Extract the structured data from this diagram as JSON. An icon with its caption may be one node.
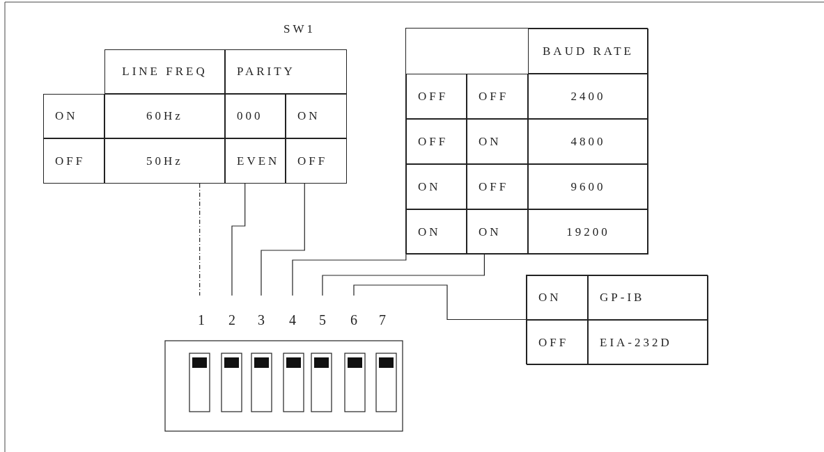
{
  "diagram": {
    "nodes": [
      {
        "text": [
          "SW1"
        ]
      },
      {
        "text": [
          "LINE FREQ"
        ],
        "in": 0
      },
      {
        "text": [
          "PARITY"
        ],
        "in": 0
      },
      {
        "text": [
          "ON"
        ],
        "in": 0
      },
      {
        "text": [
          "60Hz"
        ],
        "in": 0
      },
      {
        "text": [
          "000"
        ],
        "in": 0
      },
      {
        "text": [
          "ON"
        ],
        "in": 0
      },
      {
        "text": [
          "OFF"
        ],
        "in": 0
      },
      {
        "text": [
          "50Hz"
        ],
        "in": 0
      },
      {
        "text": [
          "EVEN"
        ],
        "in": 0
      },
      {
        "text": [
          "OFF"
        ],
        "in": 0
      },
      {
        "text": [],
        "shape": "box"
      },
      {
        "text": [
          "BAUD RATE"
        ],
        "in": 11
      },
      {
        "text": [
          "OFF"
        ],
        "in": 11
      },
      {
        "text": [
          "OFF"
        ],
        "in": 11
      },
      {
        "text": [
          "2400"
        ],
        "in": 11
      },
      {
        "text": [
          "OFF"
        ],
        "in": 11
      },
      {
        "text": [
          "ON"
        ],
        "in": 11
      },
      {
        "text": [
          "4800"
        ],
        "in": 11
      },
      {
        "text": [
          "ON"
        ],
        "in": 11
      },
      {
        "text": [
          "OFF"
        ],
        "in": 11
      },
      {
        "text": [
          "9600"
        ],
        "in": 11
      },
      {
        "text": [
          "ON"
        ],
        "in": 11
      },
      {
        "text": [
          "ON"
        ],
        "in": 11
      },
      {
        "text": [
          "19200"
        ],
        "in": 11
      },
      {
        "text": [],
        "shape": "box"
      },
      {
        "text": [
          "ON"
        ],
        "in": 25
      },
      {
        "text": [
          "GP-IB"
        ],
        "in": 25
      },
      {
        "text": [
          "OFF"
        ],
        "in": 25
      },
      {
        "text": [
          "EIA-232D"
        ],
        "in": 25
      },
      {
        "text": [
          "1"
        ]
      },
      {
        "text": [
          "2"
        ]
      },
      {
        "text": [
          "3"
        ]
      },
      {
        "text": [
          "4"
        ]
      },
      {
        "text": [
          "5"
        ]
      },
      {
        "text": [
          "6"
        ]
      },
      {
        "text": [
          "7"
        ]
      }
    ],
    "edges": [
      {
        "from": 8,
        "to": 30,
        "arrow": "none",
        "style": "dashed"
      },
      {
        "from": 9,
        "to": 31,
        "arrow": "none"
      },
      {
        "from": 10,
        "to": 32,
        "arrow": "none"
      },
      {
        "from": 22,
        "to": 33,
        "arrow": "none"
      },
      {
        "from": 23,
        "to": 34,
        "arrow": "none"
      },
      {
        "from": 25,
        "to": 35,
        "arrow": "none"
      }
    ]
  }
}
